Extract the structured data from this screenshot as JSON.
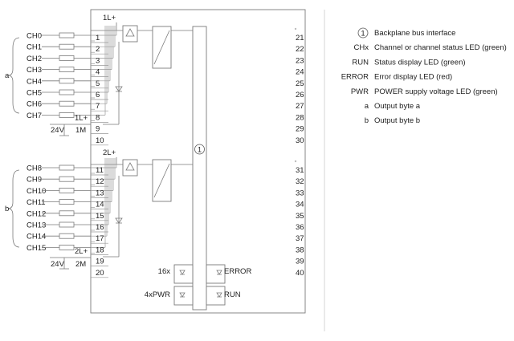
{
  "group_a": {
    "brace_label": "a",
    "channels": [
      "CH0",
      "CH1",
      "CH2",
      "CH3",
      "CH4",
      "CH5",
      "CH6",
      "CH7"
    ],
    "pins": [
      "1",
      "2",
      "3",
      "4",
      "5",
      "6",
      "7",
      "8",
      "9",
      "10"
    ],
    "supply_top": "1L+",
    "supply_pin": "1L+",
    "voltage": "24V",
    "ground": "1M"
  },
  "group_b": {
    "brace_label": "b",
    "channels": [
      "CH8",
      "CH9",
      "CH10",
      "CH11",
      "CH12",
      "CH13",
      "CH14",
      "CH15"
    ],
    "pins": [
      "11",
      "12",
      "13",
      "14",
      "15",
      "16",
      "17",
      "18",
      "19",
      "20"
    ],
    "supply_top": "2L+",
    "supply_pin": "2L+",
    "voltage": "24V",
    "ground": "2M"
  },
  "right_pins": [
    "21",
    "22",
    "23",
    "24",
    "25",
    "26",
    "27",
    "28",
    "29",
    "30",
    "31",
    "32",
    "33",
    "34",
    "35",
    "36",
    "37",
    "38",
    "39",
    "40"
  ],
  "bus_label": "1",
  "leds": {
    "channel_count": "16x",
    "power_count": "4xPWR",
    "error": "ERROR",
    "run": "RUN"
  },
  "legend": [
    {
      "key": "1",
      "desc": "Backplane bus interface",
      "circled": true
    },
    {
      "key": "CHx",
      "desc": "Channel or channel status LED (green)"
    },
    {
      "key": "RUN",
      "desc": "Status display LED (green)"
    },
    {
      "key": "ERROR",
      "desc": "Error display LED (red)"
    },
    {
      "key": "PWR",
      "desc": "POWER supply voltage LED (green)"
    },
    {
      "key": "a",
      "desc": "Output byte a"
    },
    {
      "key": "b",
      "desc": "Output byte b"
    }
  ]
}
